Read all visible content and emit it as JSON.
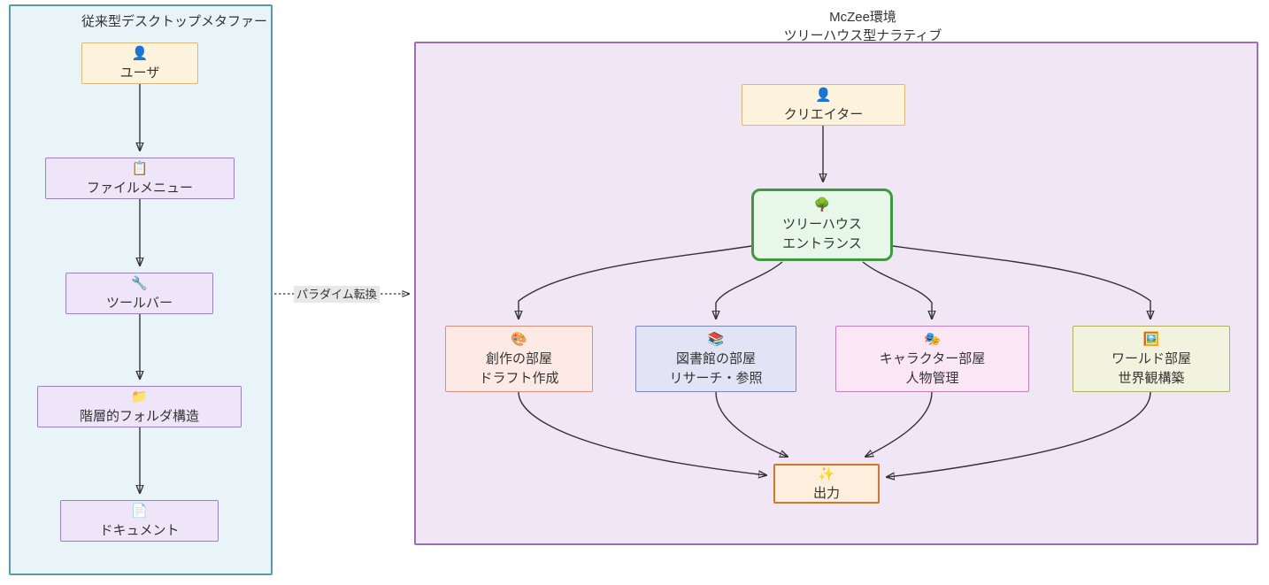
{
  "diagram": {
    "type": "flowchart",
    "direction": "left-to-right, two clusters",
    "subgraphs": [
      {
        "id": "legacy",
        "title": "従来型デスクトップメタファー",
        "fill": "#e8f4f8",
        "stroke": "#5a9aaa"
      },
      {
        "id": "mczee",
        "title": "McZee環境\nツリーハウス型ナラティブ",
        "fill": "#f0e6f5",
        "stroke": "#9b6fb0"
      }
    ],
    "nodes": {
      "user": {
        "icon": "user-icon",
        "glyph": "👤",
        "label": "ユーザ",
        "fill": "#fdf3dd",
        "stroke": "#d9b97a"
      },
      "file_menu": {
        "icon": "clipboard-icon",
        "glyph": "📋",
        "label": "ファイルメニュー",
        "fill": "#eee6f8",
        "stroke": "#9c7fc4"
      },
      "toolbar": {
        "icon": "wrench-icon",
        "glyph": "🔧",
        "label": "ツールバー",
        "fill": "#eee6f8",
        "stroke": "#9c7fc4"
      },
      "folder": {
        "icon": "folder-icon",
        "glyph": "📁",
        "label": "階層的フォルダ構造",
        "fill": "#eee6f8",
        "stroke": "#9c7fc4"
      },
      "document": {
        "icon": "document-icon",
        "glyph": "📄",
        "label": "ドキュメント",
        "fill": "#eee6f8",
        "stroke": "#9c7fc4"
      },
      "creator": {
        "icon": "user-icon",
        "glyph": "👤",
        "label": "クリエイター",
        "fill": "#fdf3dd",
        "stroke": "#d9b97a"
      },
      "treehouse": {
        "icon": "tree-icon",
        "glyph": "🌳",
        "label": "ツリーハウス\nエントランス",
        "fill": "#e8f8e8",
        "stroke": "#3f9a3f"
      },
      "room_create": {
        "icon": "palette-icon",
        "glyph": "🎨",
        "label": "創作の部屋\nドラフト作成",
        "fill": "#fdeae4",
        "stroke": "#d98f80"
      },
      "room_library": {
        "icon": "books-icon",
        "glyph": "📚",
        "label": "図書館の部屋\nリサーチ・参照",
        "fill": "#e2e4f5",
        "stroke": "#7f86c4"
      },
      "room_character": {
        "icon": "masks-icon",
        "glyph": "🎭",
        "label": "キャラクター部屋\n人物管理",
        "fill": "#fbe6f6",
        "stroke": "#c47fb8"
      },
      "room_world": {
        "icon": "landscape-icon",
        "glyph": "🖼️",
        "label": "ワールド部屋\n世界観構築",
        "fill": "#f2f3de",
        "stroke": "#b0b060"
      },
      "output": {
        "icon": "sparkles-icon",
        "glyph": "✨",
        "label": "出力",
        "fill": "#fdeedd",
        "stroke": "#d2762c"
      }
    },
    "edges": [
      {
        "from": "user",
        "to": "file_menu",
        "style": "solid",
        "label": ""
      },
      {
        "from": "file_menu",
        "to": "toolbar",
        "style": "solid",
        "label": ""
      },
      {
        "from": "toolbar",
        "to": "folder",
        "style": "solid",
        "label": ""
      },
      {
        "from": "folder",
        "to": "document",
        "style": "solid",
        "label": ""
      },
      {
        "from": "toolbar",
        "to": "mczee",
        "style": "dotted",
        "label": "パラダイム転換"
      },
      {
        "from": "creator",
        "to": "treehouse",
        "style": "solid",
        "label": ""
      },
      {
        "from": "treehouse",
        "to": "room_create",
        "style": "solid",
        "label": ""
      },
      {
        "from": "treehouse",
        "to": "room_library",
        "style": "solid",
        "label": ""
      },
      {
        "from": "treehouse",
        "to": "room_character",
        "style": "solid",
        "label": ""
      },
      {
        "from": "treehouse",
        "to": "room_world",
        "style": "solid",
        "label": ""
      },
      {
        "from": "room_create",
        "to": "output",
        "style": "solid",
        "label": ""
      },
      {
        "from": "room_library",
        "to": "output",
        "style": "solid",
        "label": ""
      },
      {
        "from": "room_character",
        "to": "output",
        "style": "solid",
        "label": ""
      },
      {
        "from": "room_world",
        "to": "output",
        "style": "solid",
        "label": ""
      }
    ],
    "transition_label": "パラダイム転換"
  }
}
